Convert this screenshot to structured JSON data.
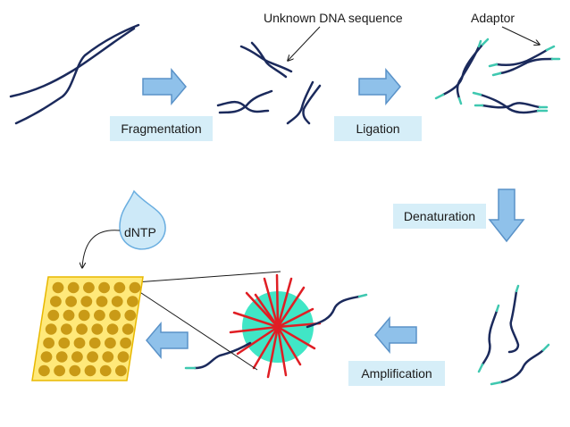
{
  "labels": {
    "fragmentation": "Fragmentation",
    "ligation": "Ligation",
    "denaturation": "Denaturation",
    "amplification": "Amplification",
    "unknown_dna": "Unknown DNA sequence",
    "adaptor": "Adaptor",
    "dntp": "dNTP"
  },
  "colors": {
    "strand": "#1b2a5c",
    "adaptor": "#3fc8b0",
    "arrow_fill": "#8fc1ea",
    "arrow_stroke": "#5a92c8",
    "label_bg": "#d6eef8",
    "cluster": "#40e6c6",
    "cluster_spike": "#e01e24",
    "plate_fill": "#ffe97a",
    "plate_border": "#e8b800",
    "well": "#c99a16",
    "drop_fill": "#cde9f8",
    "drop_stroke": "#6aaee0"
  }
}
